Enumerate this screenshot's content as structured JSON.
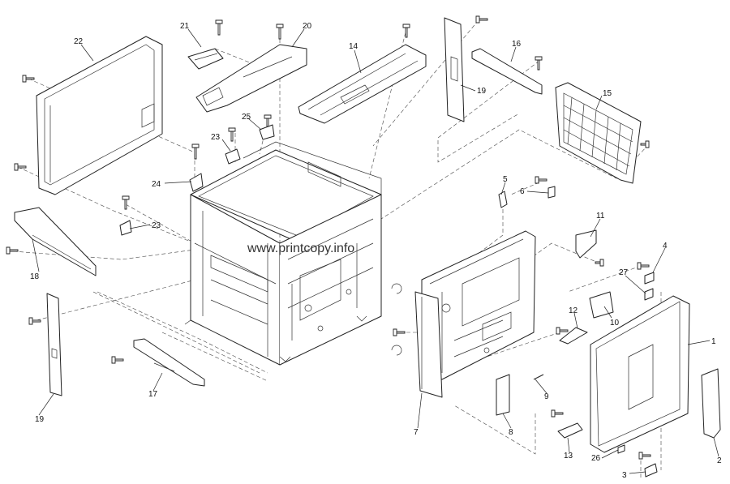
{
  "watermark": "www.printcopy.info",
  "callouts": [
    "1",
    "2",
    "3",
    "4",
    "5",
    "6",
    "7",
    "8",
    "9",
    "10",
    "11",
    "12",
    "13",
    "14",
    "15",
    "16",
    "17",
    "18",
    "19",
    "19",
    "20",
    "21",
    "22",
    "23",
    "23",
    "24",
    "25",
    "26",
    "27"
  ]
}
